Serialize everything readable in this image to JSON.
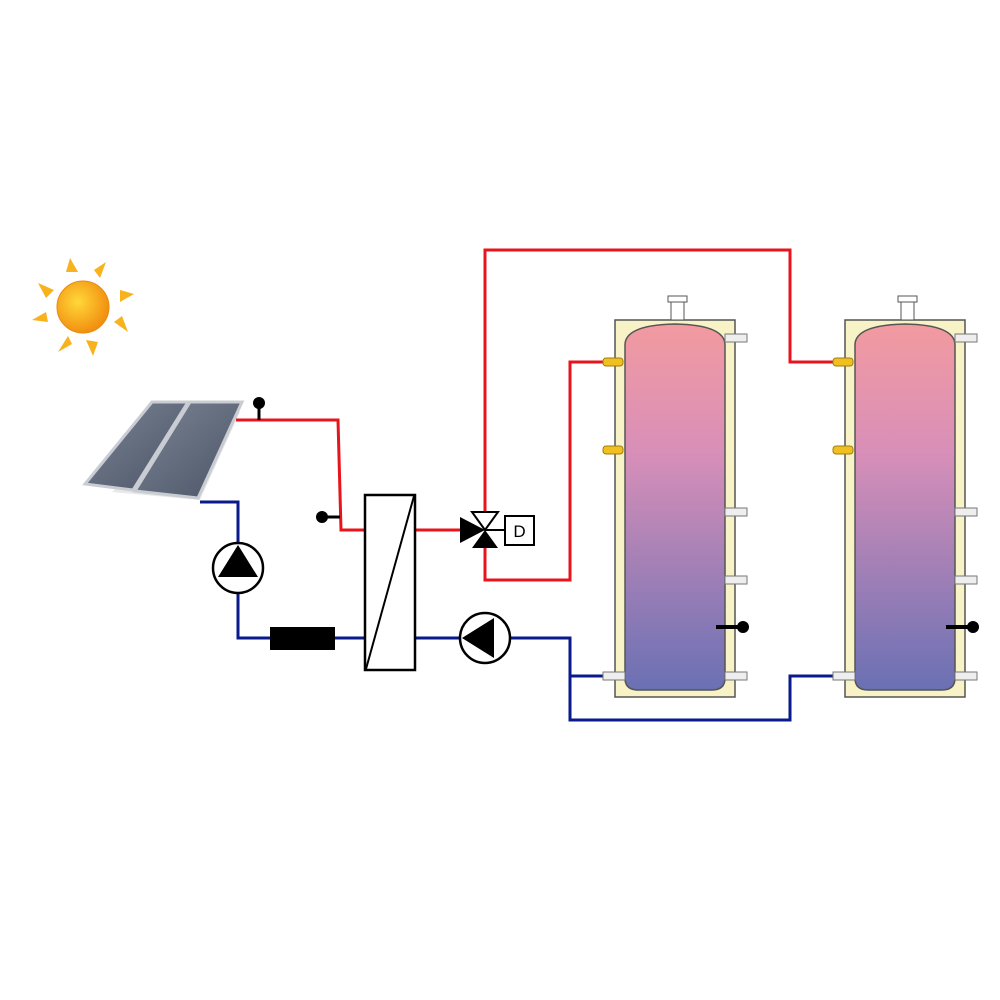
{
  "diagram": {
    "type": "solar-thermal-system-schematic",
    "components": [
      {
        "id": "sun",
        "icon": "sun-icon"
      },
      {
        "id": "solar-collector",
        "icon": "solar-panel-icon"
      },
      {
        "id": "temperature-sensor-collector",
        "icon": "sensor-icon"
      },
      {
        "id": "temperature-sensor-return",
        "icon": "sensor-icon"
      },
      {
        "id": "primary-pump",
        "icon": "pump-icon"
      },
      {
        "id": "expansion-filter",
        "icon": "filter-icon"
      },
      {
        "id": "heat-exchanger",
        "icon": "heat-exchanger-icon"
      },
      {
        "id": "three-way-valve",
        "icon": "valve-icon"
      },
      {
        "id": "secondary-pump",
        "icon": "pump-icon"
      },
      {
        "id": "storage-tank-1",
        "icon": "tank-icon"
      },
      {
        "id": "storage-tank-2",
        "icon": "tank-icon"
      }
    ],
    "valve_actuator_label": "D",
    "colors": {
      "hot_line": "#e8141c",
      "cold_line": "#0a1a8c",
      "tank_top": "#f29aa0",
      "tank_bottom": "#6a70b4",
      "insulation": "#f7f3c6",
      "port_hot": "#f0c020",
      "sun": "#f7a81a"
    }
  }
}
